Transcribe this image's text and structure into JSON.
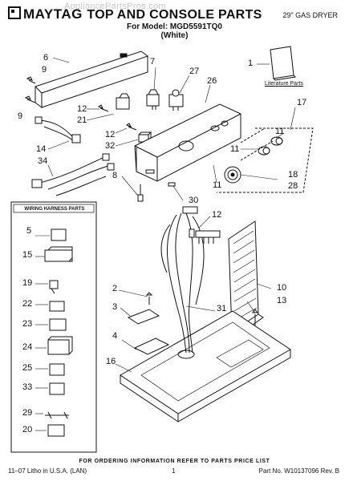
{
  "header": {
    "brand": "MAYTAG",
    "title": "TOP AND CONSOLE PARTS",
    "model_line": "For Model: MGD5591TQ0",
    "color_line": "(White)",
    "product": "29\" GAS DRYER",
    "watermark": "AppliancePartsPros.com"
  },
  "labels": {
    "literature_parts": "Literature Parts",
    "wiring_harness_parts": "WIRING HARNESS PARTS"
  },
  "callouts": {
    "c6": "6",
    "c9a": "9",
    "c9b": "9",
    "c7": "7",
    "c27": "27",
    "c26": "26",
    "c1": "1",
    "c12a": "12",
    "c21": "21",
    "c17": "17",
    "c11a": "11",
    "c14": "14",
    "c12b": "12",
    "c32": "32",
    "c11b": "11",
    "c34": "34",
    "c8": "8",
    "c11c": "11",
    "c18": "18",
    "c28": "28",
    "c30": "30",
    "c12c": "12",
    "c10": "10",
    "c13": "13",
    "c2": "2",
    "c3": "3",
    "c31": "31",
    "c4": "4",
    "c16": "16",
    "h5": "5",
    "h15": "15",
    "h19": "19",
    "h22": "22",
    "h23": "23",
    "h24": "24",
    "h25": "25",
    "h33": "33",
    "h29": "29",
    "h20": "20"
  },
  "footer": {
    "note": "FOR ORDERING INFORMATION REFER TO PARTS PRICE LIST",
    "left": "11–07 Litho in U.S.A. (LAN)",
    "page": "1",
    "part_no": "Part No. W10137096 Rev. B"
  }
}
